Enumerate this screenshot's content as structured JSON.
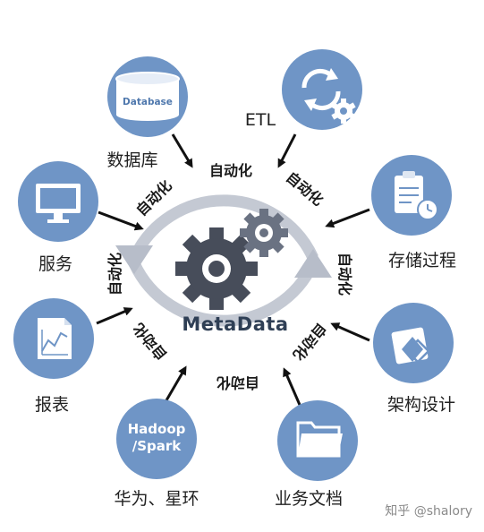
{
  "center": {
    "title": "MetaData"
  },
  "auto_label": "自动化",
  "nodes": {
    "database": {
      "label": "数据库",
      "icon_text": "Database",
      "icon": "database-icon"
    },
    "etl": {
      "label": "ETL",
      "icon": "refresh-gear-icon"
    },
    "service": {
      "label": "服务",
      "icon": "monitor-icon"
    },
    "storage": {
      "label": "存储过程",
      "icon": "clipboard-clock-icon"
    },
    "report": {
      "label": "报表",
      "icon": "line-chart-icon"
    },
    "architecture": {
      "label": "架构设计",
      "icon": "layers-icon"
    },
    "hadoop": {
      "label": "华为、星环",
      "icon_line1": "Hadoop",
      "icon_line2": "/Spark"
    },
    "docs": {
      "label": "业务文档",
      "icon": "folder-icon"
    }
  },
  "watermark": "知乎 @shalory",
  "colors": {
    "node": "#6f95c6",
    "ring": "#c4c9d3",
    "gear": "#474d5a",
    "arrow": "#111111"
  }
}
